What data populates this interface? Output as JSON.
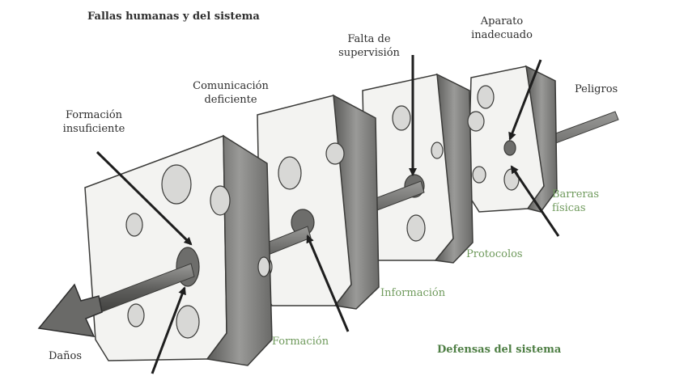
{
  "title": "Fallas humanas y del sistema",
  "defenses_title": "Defensas del sistema",
  "labels": {
    "falta_supervision": [
      "Falta de",
      "supervisión"
    ],
    "aparato": [
      "Aparato",
      "inadecuado"
    ],
    "comunicacion": [
      "Comunicación",
      "deficiente"
    ],
    "formacion_insuf": [
      "Formación",
      "insuficiente"
    ],
    "peligros": "Peligros",
    "danos": "Daños",
    "barreras": [
      "Barreras",
      "físicas"
    ],
    "protocolos": "Protocolos",
    "informacion": "Información",
    "formacion": "Formación"
  },
  "colors": {
    "ink": "#2e2e2e",
    "green": "#6f9a5c",
    "slice_face": "#f3f3f1",
    "slice_side": "#8a8a88",
    "shaft": "#6d6d6b"
  }
}
